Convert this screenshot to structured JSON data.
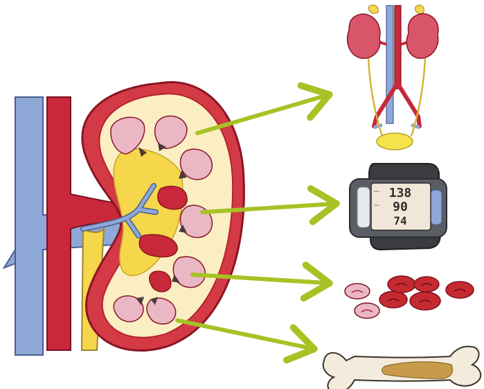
{
  "monitor": {
    "systolic": "138",
    "diastolic": "90",
    "pulse": "74"
  },
  "colors": {
    "vein": "#8ea8d8",
    "artery": "#c8283a",
    "kidney_outline": "#b4222f",
    "cortex": "#fbeec3",
    "pelvis": "#f6d64a",
    "pyramid": "#e9b8c4",
    "arrow": "#a7c225",
    "bone": "#f3ecdc",
    "marrow": "#c99a4a",
    "blood_cell": "#c42a2f"
  },
  "icons": [
    "kidney-cross-section-icon",
    "urinary-system-icon",
    "blood-pressure-monitor-icon",
    "red-blood-cells-icon",
    "bone-icon"
  ]
}
